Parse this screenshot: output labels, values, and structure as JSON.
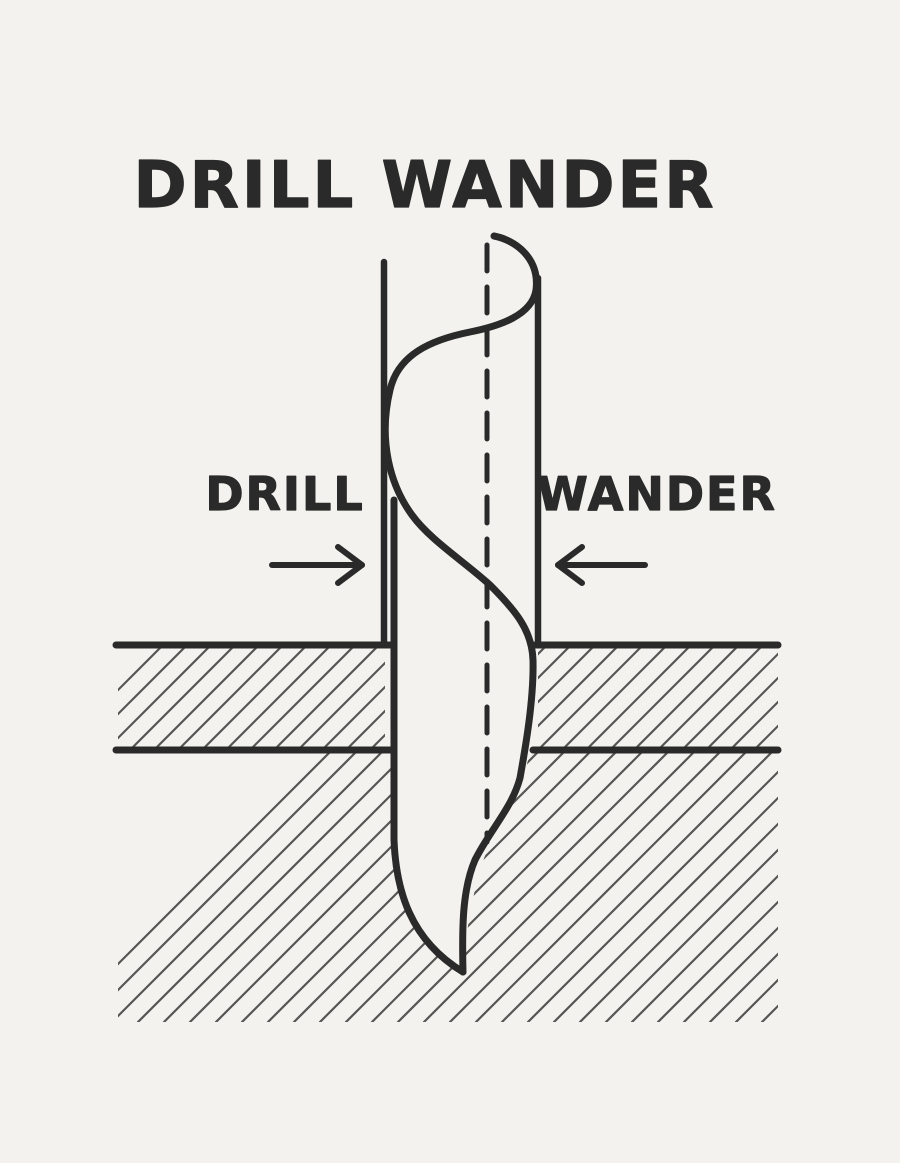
{
  "diagram": {
    "title": "DRILL WANDER",
    "label_left": "DRILL",
    "label_right": "WANDER"
  },
  "icons": {
    "left_arrow": "arrow-right-icon",
    "right_arrow": "arrow-left-icon"
  },
  "colors": {
    "ink": "#2a2a2a",
    "paper": "#f3f2ee"
  }
}
